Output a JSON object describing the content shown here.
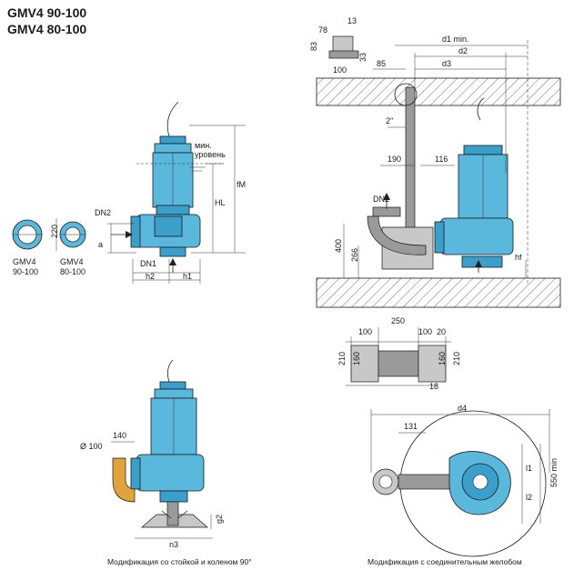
{
  "titles": {
    "line1": "GMV4 90-100",
    "line2": "GMV4 80-100"
  },
  "left_top": {
    "min_level_1": "мин.",
    "min_level_2": "уровень",
    "dn2": "DN2",
    "dn1": "DN1",
    "a": "a",
    "hl": "HL",
    "fm": "fM",
    "h1": "h1",
    "h2": "h2",
    "flange_dim": "220",
    "flange1_line1": "GMV4",
    "flange1_line2": "90-100",
    "flange2_line1": "GMV4",
    "flange2_line2": "80-100"
  },
  "right_top": {
    "d13": "13",
    "d78": "78",
    "d83": "83",
    "d100": "100",
    "d33": "33",
    "d1min": "d1 min.",
    "d2": "d2",
    "d85": "85",
    "d3": "d3",
    "pipe": "2\"",
    "d190": "190",
    "d116": "116",
    "dn2": "DN2",
    "d400": "400",
    "d266": "266",
    "hf": "hf"
  },
  "right_mid": {
    "d250": "250",
    "d100": "100",
    "d20": "20",
    "d210a": "210",
    "d160a": "160",
    "d160b": "160",
    "d210b": "210",
    "d18": "18"
  },
  "left_bottom": {
    "d140": "140",
    "dia100": "Ø 100",
    "g2": "g2",
    "n3": "n3",
    "caption": "Модификация со стойкой и коленом 90°"
  },
  "right_bottom": {
    "d4": "d4",
    "d131": "131",
    "l1": "l1",
    "l2": "l2",
    "d550": "550 min",
    "caption": "Модификация с соединительным желобом"
  },
  "colors": {
    "pump_blue": "#5bb8dd",
    "pump_dark": "#3b9fcc",
    "ground_gray": "#9a9a9a"
  }
}
